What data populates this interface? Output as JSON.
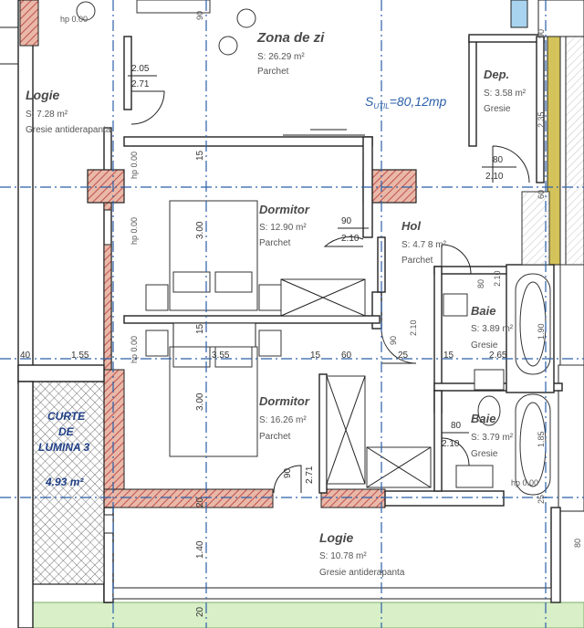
{
  "colors": {
    "axis": "#2b5fa8",
    "hatch_wall": "#c0504d",
    "terrain": "#d8efc8",
    "column_yellow": "#d4c35a",
    "courtyard_text": "#1f3f86",
    "window_blue": "#a8d4f0"
  },
  "rooms": {
    "zona_de_zi": {
      "name": "Zona de zi",
      "area": "S: 26.29 m²",
      "finish": "Parchet"
    },
    "logie_top": {
      "name": "Logie",
      "area": "S: 7.28 m²",
      "finish": "Gresie antiderapanta"
    },
    "dep": {
      "name": "Dep.",
      "area": "S: 3.58 m²",
      "finish": "Gresie"
    },
    "dormitor_1": {
      "name": "Dormitor",
      "area": "S: 12.90 m²",
      "finish": "Parchet"
    },
    "hol": {
      "name": "Hol",
      "area": "S: 4.7 8 m²",
      "finish": "Parchet"
    },
    "baie_1": {
      "name": "Baie",
      "area": "S: 3.89 m²",
      "finish": "Gresie"
    },
    "dormitor_2": {
      "name": "Dormitor",
      "area": "S: 16.26 m²",
      "finish": "Parchet"
    },
    "baie_2": {
      "name": "Baie",
      "area": "S: 3.79 m²",
      "finish": "Gresie"
    },
    "logie_bottom": {
      "name": "Logie",
      "area": "S: 10.78 m²",
      "finish": "Gresie antiderapanta"
    },
    "curte": {
      "line1": "CURTE",
      "line2": "DE",
      "line3": "LUMINA 3",
      "area": "4.93 m²"
    }
  },
  "summary": {
    "surface": "S",
    "sub": "UTIL",
    "value": "=80,12mp"
  },
  "dimensions": {
    "d_205": "2.05",
    "d_271a": "2.71",
    "d_hp000_top": "hp 0.00",
    "d_80_dep": "80",
    "d_210_dep": "2.10",
    "d_90_hol": "90",
    "d_210_hol": "2.10",
    "d_80_baie2": "80",
    "d_210_baie2": "2.10",
    "d_90_dorm2": "90",
    "d_271b": "2.71",
    "d_15a": "15",
    "d_300a": "3.00",
    "d_15b": "15",
    "d_300b": "3.00",
    "d_20": "20",
    "d_140": "1.40",
    "d_20b": "20",
    "d_40": "40",
    "d_155": "1.55",
    "d_355": "3.55",
    "d_15c": "15",
    "d_60": "60",
    "d_25": "25",
    "d_15d": "15",
    "d_265": "2.65",
    "d_hp_l1": "hp 0.00",
    "d_hp_l2": "hp 0.00",
    "d_hp_l3": "hp 0.00",
    "d_hp_br": "hp 0.00",
    "d_90_right": "90",
    "d_235": "2.35",
    "d_60_right": "60",
    "d_210_v": "2.10",
    "d_80_v": "80",
    "d_210_v2": "2.10",
    "d_90_v2": "90",
    "d_190": "1.90",
    "d_185": "1.85",
    "d_25_small": "25",
    "d_80_top": "80",
    "d_90_top": "90"
  }
}
